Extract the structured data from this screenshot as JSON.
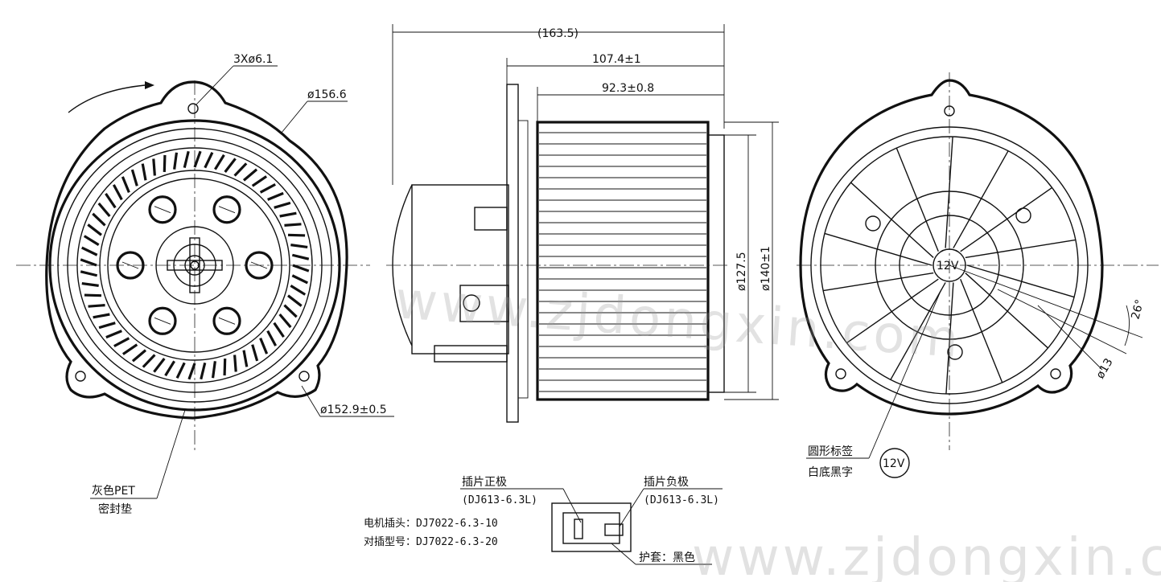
{
  "dimensions": {
    "overall_length": "(163.5)",
    "length_107": "107.4±1",
    "length_92": "92.3±0.8",
    "dia_127": "ø127.5",
    "dia_140": "ø140±1",
    "holes": "3Xø6.1",
    "dia_156": "ø156.6",
    "dia_152": "ø152.9±0.5",
    "angle": "26°",
    "dia_13": "ø13"
  },
  "labels": {
    "gasket_line1": "灰色PET",
    "gasket_line2": "密封垫",
    "round_label_line1": "圆形标签",
    "round_label_line2": "白底黑字",
    "round_label_badge": "12V",
    "center_mark": "12V",
    "terminal_positive": "插片正极",
    "terminal_positive_spec": "(DJ613-6.3L)",
    "terminal_negative": "插片负极",
    "terminal_negative_spec": "(DJ613-6.3L)",
    "motor_plug": "电机插头：DJ7022-6.3-10",
    "mating_plug": "对插型号：DJ7022-6.3-20",
    "sheath": "护套：黑色"
  },
  "watermark": "www.zjdongxin.com"
}
